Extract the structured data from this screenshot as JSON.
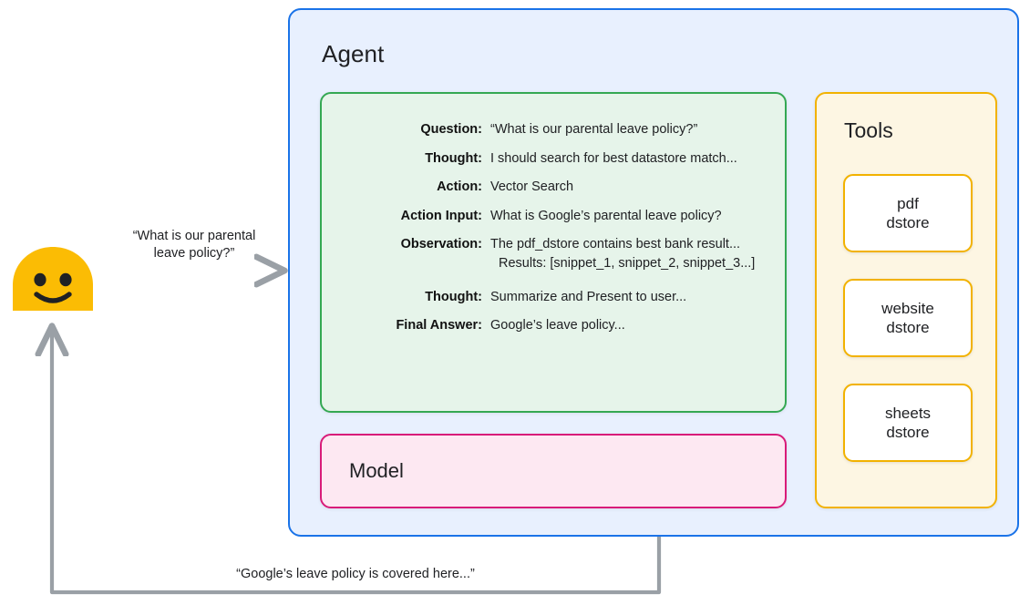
{
  "user": {
    "avatar_icon": "smiley-face-avatar",
    "avatar_color": "#fbbc04",
    "question": "“What is our parental\nleave policy?”",
    "question_line1": "“What is our parental",
    "question_line2": "leave policy?”",
    "answer": "“Google’s leave policy is covered here...”"
  },
  "agent": {
    "title": "Agent",
    "border_color": "#1a73e8",
    "fill_color": "#e8f0fe"
  },
  "reasoning": {
    "border_color": "#34a853",
    "fill_color": "#e6f4ea",
    "rows": [
      {
        "label": "Question:",
        "value": "“What is our parental leave policy?”"
      },
      {
        "label": "Thought:",
        "value": "I should search for best datastore match..."
      },
      {
        "label": "Action:",
        "value": "Vector Search"
      },
      {
        "label": "Action Input:",
        "value": "What is Google’s parental leave policy?"
      },
      {
        "label": "Observation:",
        "value": "The pdf_dstore contains best bank result...",
        "subvalue": "Results: [snippet_1, snippet_2, snippet_3...]"
      },
      {
        "label": "Thought:",
        "value": "Summarize and Present to user..."
      },
      {
        "label": "Final Answer:",
        "value": "Google’s leave policy..."
      }
    ]
  },
  "model": {
    "title": "Model",
    "border_color": "#d81b79",
    "fill_color": "#fde8f2"
  },
  "tools": {
    "title": "Tools",
    "border_color": "#f2b200",
    "fill_color": "#fdf6e3",
    "cards": [
      {
        "line1": "pdf",
        "line2": "dstore"
      },
      {
        "line1": "website",
        "line2": "dstore"
      },
      {
        "line1": "sheets",
        "line2": "dstore"
      }
    ]
  },
  "connectors": {
    "arrow_color": "#9aa0a6",
    "dotted_color": "#9aa0a6"
  }
}
